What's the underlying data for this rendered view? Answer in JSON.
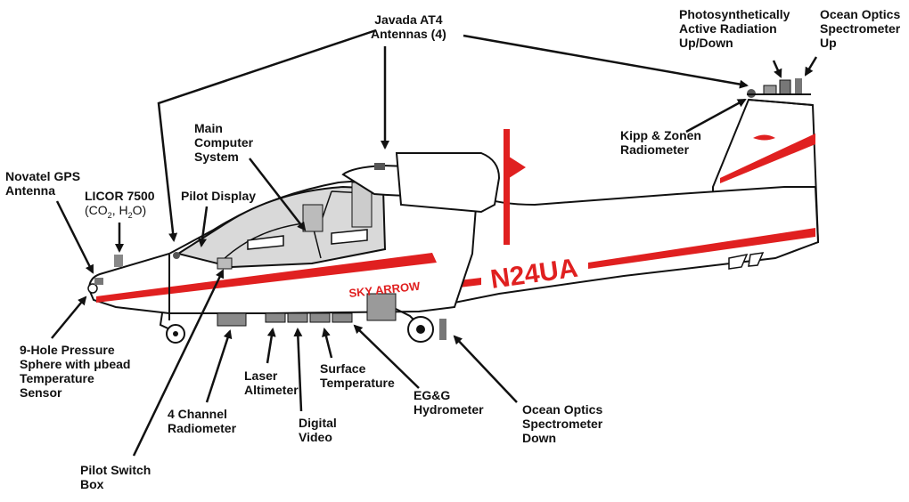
{
  "labels": {
    "javada": [
      "Javada AT4",
      "Antennas (4)"
    ],
    "par": [
      "Photosynthetically",
      "Active Radiation",
      "Up/Down"
    ],
    "ocean_up": [
      "Ocean Optics",
      "Spectrometer",
      "Up"
    ],
    "main_computer": [
      "Main",
      "Computer",
      "System"
    ],
    "kipp": [
      "Kipp & Zonen",
      "Radiometer"
    ],
    "novatel": [
      "Novatel GPS",
      "Antenna"
    ],
    "licor_line1": "LICOR 7500",
    "licor_line2_parts": [
      "(CO",
      "2",
      ", H",
      "2",
      "O)"
    ],
    "pilot_display": "Pilot Display",
    "nine_hole": [
      "9-Hole Pressure",
      "Sphere with μbead",
      "Temperature",
      "Sensor"
    ],
    "laser": [
      "Laser",
      "Altimeter"
    ],
    "surface_temp": [
      "Surface",
      "Temperature"
    ],
    "four_channel": [
      "4 Channel",
      "Radiometer"
    ],
    "digital_video": [
      "Digital",
      "Video"
    ],
    "egg": [
      "EG&G",
      "Hydrometer"
    ],
    "ocean_down": [
      "Ocean Optics",
      "Spectrometer",
      "Down"
    ],
    "pilot_switch": [
      "Pilot Switch",
      "Box"
    ]
  },
  "aircraft": {
    "registration": "N24UA",
    "name": "SKY ARROW"
  },
  "colors": {
    "stripe": "#e02020",
    "ink": "#111111",
    "glass": "#d9d9d9",
    "instrument": "#8a8a8a"
  }
}
